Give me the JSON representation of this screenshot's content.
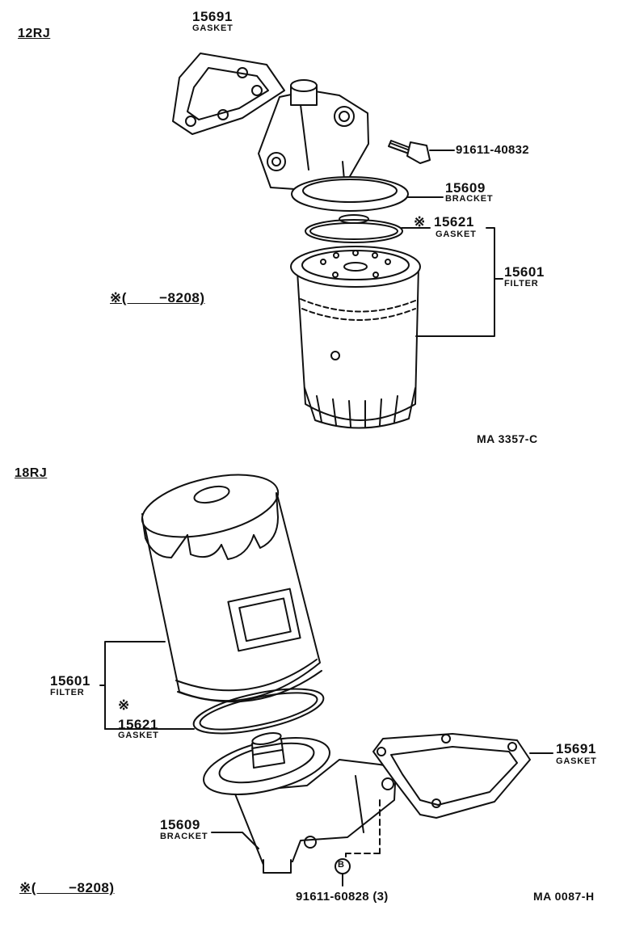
{
  "top_section": {
    "engine": "12RJ",
    "note": "※(　　 −8208)",
    "figure_ref": "MA 3357-C",
    "parts": {
      "gasket_top": {
        "number": "15691",
        "name": "GASKET"
      },
      "bolt": {
        "number": "91611-40832"
      },
      "bracket": {
        "number": "15609",
        "name": "BRACKET"
      },
      "filter_gasket": {
        "mark": "※",
        "number": "15621",
        "name": "GASKET"
      },
      "filter": {
        "number": "15601",
        "name": "FILTER"
      }
    }
  },
  "bottom_section": {
    "engine": "18RJ",
    "note": "※(　　 −8208)",
    "figure_ref": "MA 0087-H",
    "parts": {
      "filter": {
        "number": "15601",
        "name": "FILTER"
      },
      "filter_gasket": {
        "mark": "※",
        "number": "15621",
        "name": "GASKET"
      },
      "bracket": {
        "number": "15609",
        "name": "BRACKET"
      },
      "gasket": {
        "number": "15691",
        "name": "GASKET"
      },
      "bolt": {
        "number": "91611-60828 (3)",
        "callout": "B"
      }
    }
  }
}
